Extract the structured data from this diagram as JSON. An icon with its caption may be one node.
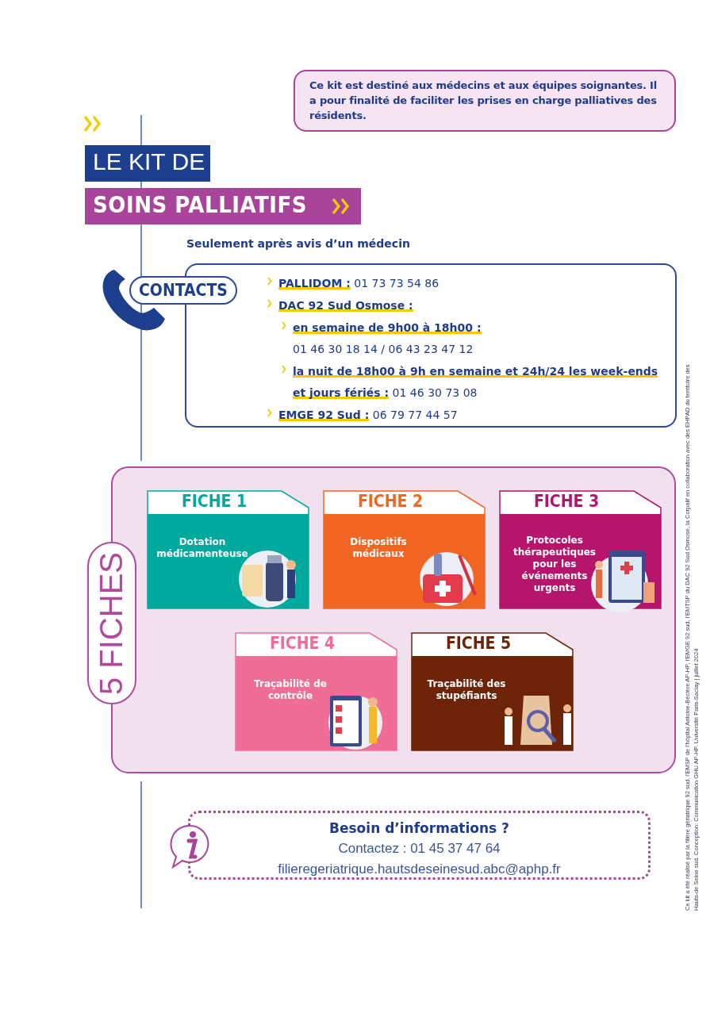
{
  "diagram": {
    "nodes": [
      {
        "text": [
          "Ce kit est destiné aux médecins et aux équipes soignantes. Il a pour finalité de faciliter les prises en charge palliatives des résidents."
        ]
      },
      {
        "text": [
          "LE KIT DE"
        ]
      },
      {
        "text": [
          "SOINS PALLIATIFS"
        ]
      },
      {
        "text": [
          "**PALLIDOM :** 01 73 73 54 86",
          "DAC 92 Sud Osmose :",
          "**en semaine de 9h00 à 18h00 :** 01 46 30 18 14 / 06 43 23 47 12",
          "**la nuit de 18h00 à 9h en semaine et 24h/24 les week-ends et jours fériés :** 01 46 30 73 08",
          "**EMGE 92 Sud :** 06 79 77 44 57"
        ]
      },
      {
        "text": [
          "CONTACTS"
        ]
      },
      {
        "text": [],
        "shape": "box"
      },
      {
        "text": [
          "5 FICHES"
        ]
      },
      {
        "text": [
          "FICHE 1",
          "Dotation médicamenteuse"
        ],
        "in": 5
      },
      {
        "text": [
          "FICHE 2",
          "Dispositifs médicaux"
        ],
        "in": 5
      },
      {
        "text": [
          "FICHE 3",
          "Protocoles thérapeutiques pour les événements urgents"
        ],
        "in": 5
      },
      {
        "text": [
          "FICHE 4",
          "Traçabilité de contrôle"
        ],
        "in": 5
      },
      {
        "text": [
          "FICHE 5",
          "Traçabilité des stupéfiants"
        ],
        "in": 5
      },
      {
        "text": [
          "Besoin d’informations ?",
          "Contactez : 01 45 37 47 64",
          "filieregeriatrique.hautsdeseinesud.abc@aphp.fr"
        ]
      }
    ],
    "edges": [],
    "labels": [
      "Seulement après avis d’un médecin",
      "Ce kit a été réalisé par la filière gériatrique 92 sud, l’EMSP de l’hôpital Antoine-Béclère AP-HP, l’EMGE 92 sud, l’EMTSP du DAC 92 Sud Osmose, la Corpalif en collaboration avec des EHPAD du territoire des Hauts-de Seine sud. Conception: Communication GHU AP-HP. Université Paris-Saclay | juillet 2024"
    ]
  }
}
